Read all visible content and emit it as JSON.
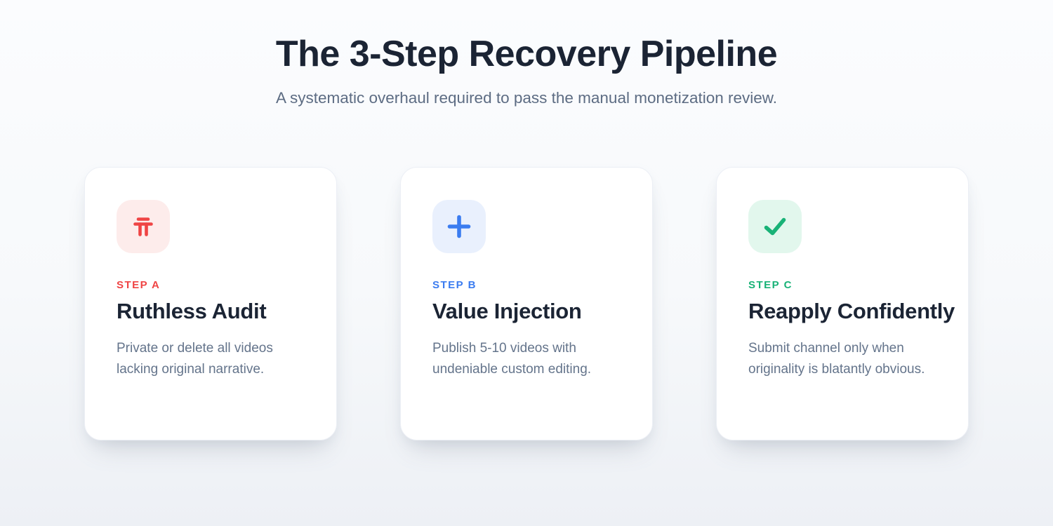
{
  "header": {
    "title": "The 3-Step Recovery Pipeline",
    "subtitle": "A systematic overhaul required to pass the manual monetization review."
  },
  "pipeline": {
    "arrow_color": "#c3cbd8",
    "steps": [
      {
        "label": "STEP A",
        "title": "Ruthless Audit",
        "description": "Private or delete all videos lacking original narrative.",
        "accent": "#ef4444",
        "icon_bg": "#fdeceb",
        "icon": "audit-gate-icon"
      },
      {
        "label": "STEP B",
        "title": "Value Injection",
        "description": "Publish 5-10 videos with undeniable custom editing.",
        "accent": "#3b7cf0",
        "icon_bg": "#e9f0fd",
        "icon": "plus-icon"
      },
      {
        "label": "STEP C",
        "title": "Reapply Confidently",
        "description": "Submit channel only when originality is blatantly obvious.",
        "accent": "#19b277",
        "icon_bg": "#e2f7ed",
        "icon": "check-icon"
      }
    ]
  }
}
